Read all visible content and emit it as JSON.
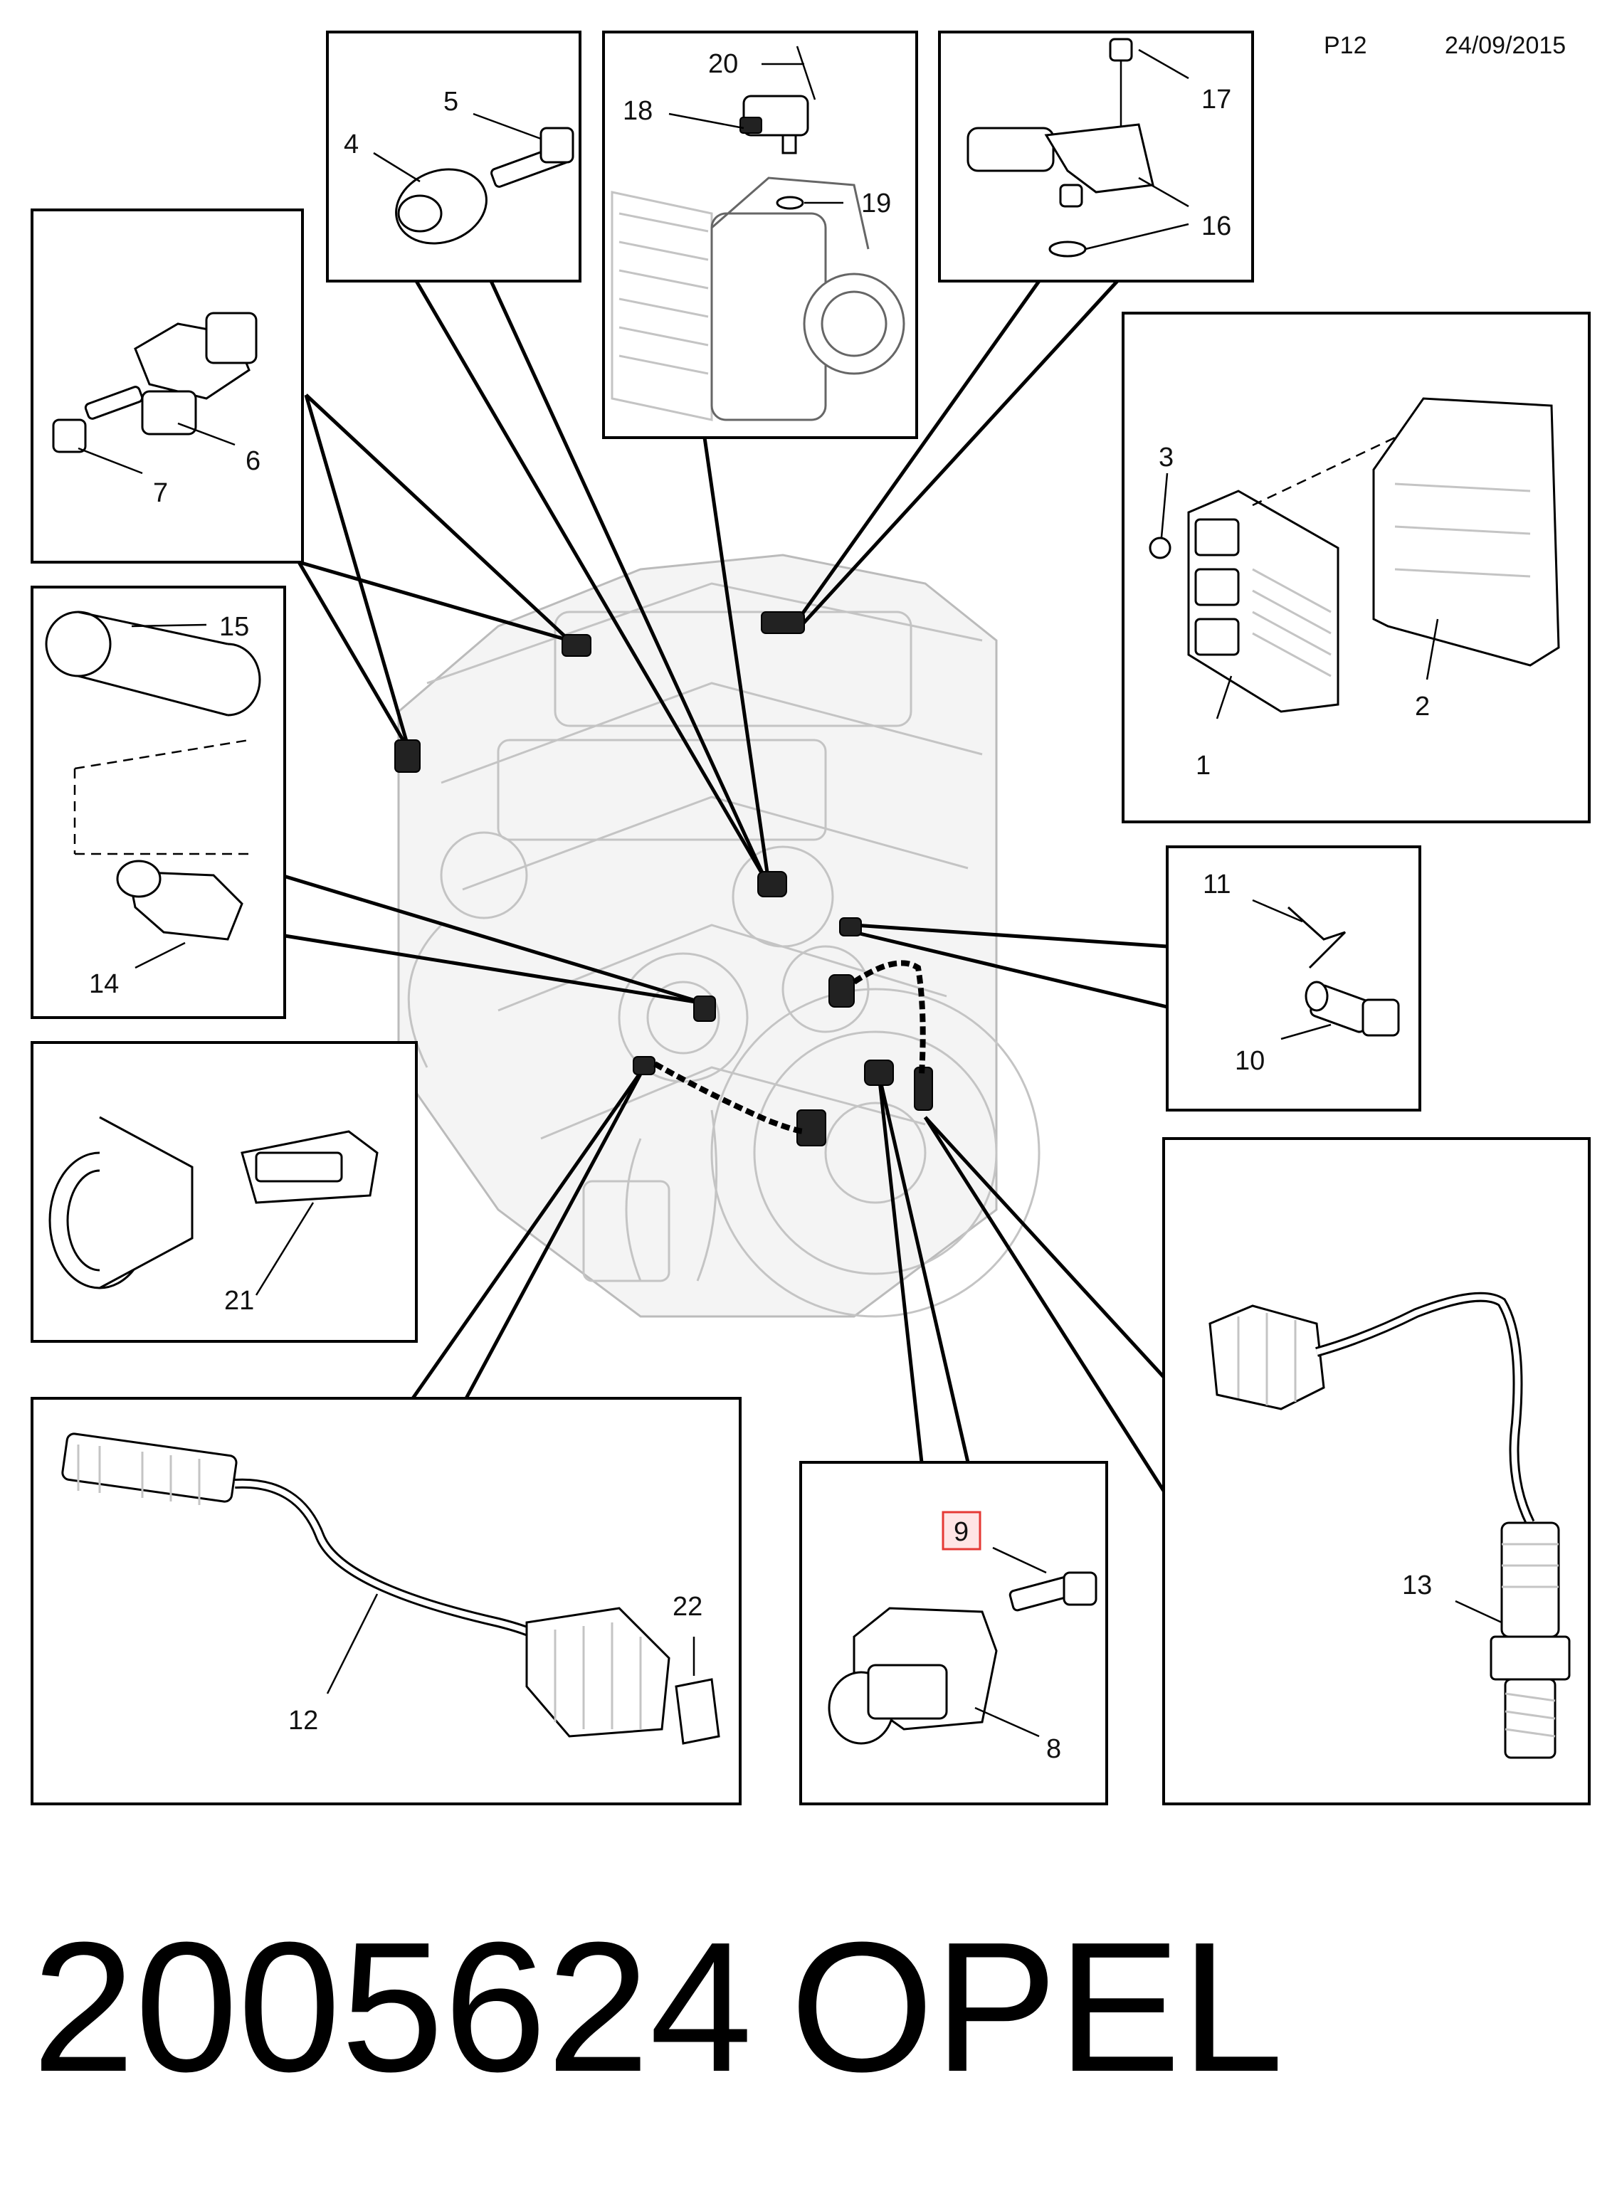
{
  "header": {
    "page": "P12",
    "date": "24/09/2015"
  },
  "footer": {
    "part_number": "2005624",
    "brand": "OPEL"
  },
  "highlight": {
    "callout": "9",
    "color": "#e53935"
  },
  "callouts": {
    "c1": "1",
    "c2": "2",
    "c3": "3",
    "c4": "4",
    "c5": "5",
    "c6": "6",
    "c7": "7",
    "c8": "8",
    "c9": "9",
    "c10": "10",
    "c11": "11",
    "c12": "12",
    "c13": "13",
    "c14": "14",
    "c15": "15",
    "c16": "16",
    "c17": "17",
    "c18": "18",
    "c19": "19",
    "c20": "20",
    "c21": "21",
    "c22": "22"
  }
}
